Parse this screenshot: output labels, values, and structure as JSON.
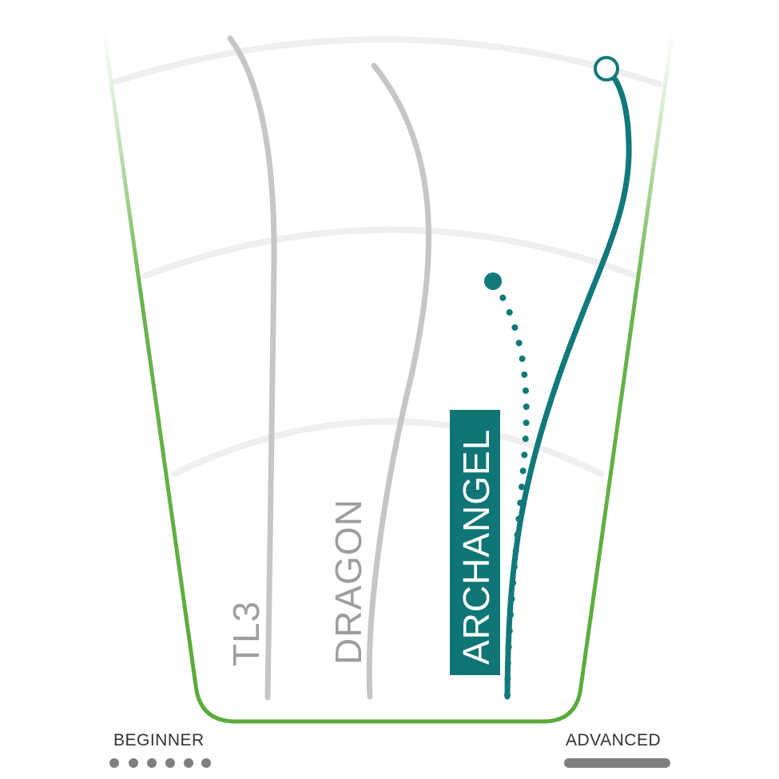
{
  "discs": [
    {
      "name": "TL3",
      "highlighted": false
    },
    {
      "name": "DRAGON",
      "highlighted": false
    },
    {
      "name": "ARCHANGEL",
      "highlighted": true
    }
  ],
  "skill_scale": {
    "beginner_label": "BEGINNER",
    "advanced_label": "ADVANCED"
  },
  "colors": {
    "fairway_green": "#5aab3a",
    "flight_gray": "#c6c6c6",
    "arc_gray": "#efefef",
    "archangel_teal": "#12797a",
    "label_bg": "#0f7576",
    "label_text_gray": "#9e9e9e",
    "scale_gray": "#7f7f7f"
  },
  "icons": {
    "beginner_indicator": "dots-indicator",
    "advanced_indicator": "solid-bar-indicator",
    "flight_end": "circle-marker"
  }
}
